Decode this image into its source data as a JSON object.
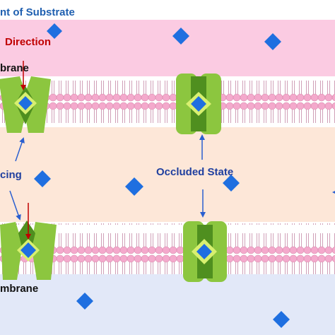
{
  "labels": {
    "title": "nt of Substrate",
    "direction": "Direction",
    "membrane_top": "brane",
    "membrane_bottom": "mbrane",
    "facing": "cing",
    "occluded": "Occluded State"
  },
  "colors": {
    "title_text": "#1f5fb0",
    "direction_text": "#c00000",
    "label_text": "#1f3f9f",
    "arrow_blue": "#2a5fd0",
    "arrow_red": "#c00000",
    "top_compartment": "#fbcbe2",
    "middle_compartment": "#fde7d8",
    "bottom_compartment": "#e2e8f8",
    "lipid_head": "#f4a9cc",
    "lipid_head_edge": "#d98aae",
    "lipid_tail": "#d0a0b8",
    "transporter_light": "#8cc63f",
    "transporter_dark": "#4f8f1f",
    "transporter_pale": "#d8f070",
    "substrate": "#1f6fe0"
  },
  "icons": {
    "substrate": "diamond",
    "transporter": "green-transporter-protein"
  }
}
